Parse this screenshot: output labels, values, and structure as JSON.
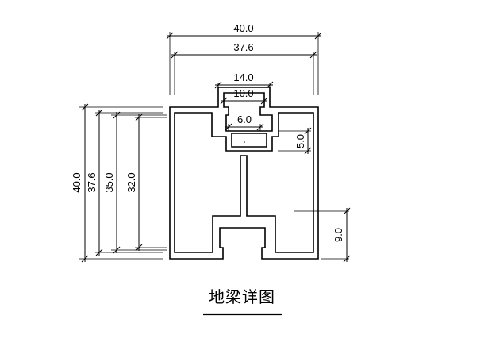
{
  "title": "地梁详图",
  "dimensions": {
    "overall_width": "40.0",
    "inner_width": "37.6",
    "slot_outer_width": "14.0",
    "slot_inner_width": "10.0",
    "slot_bottom_width": "6.0",
    "slot_depth": "5.0",
    "overall_height": "40.0",
    "height_37_6": "37.6",
    "height_35_0": "35.0",
    "height_32_0": "32.0",
    "bottom_groove_height": "9.0"
  },
  "colors": {
    "line": "#000000",
    "background": "#ffffff"
  }
}
